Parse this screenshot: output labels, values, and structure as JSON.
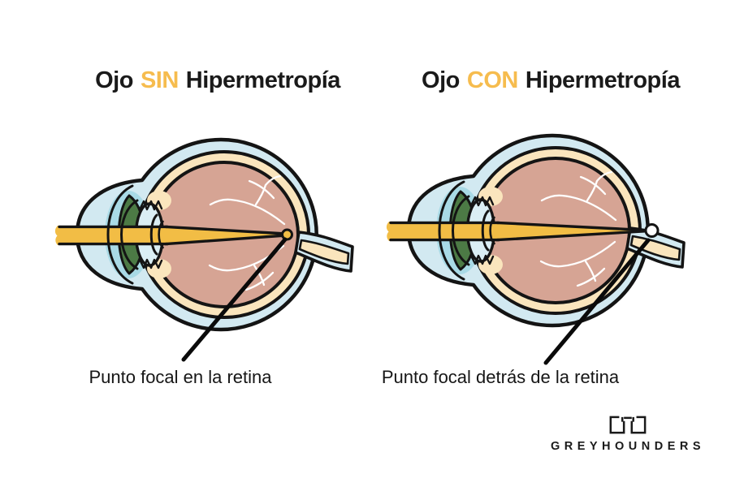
{
  "titles": {
    "left": {
      "pre": "Ojo",
      "accent": "SIN",
      "post": "Hipermetropía"
    },
    "right": {
      "pre": "Ojo",
      "accent": "CON",
      "post": "Hipermetropía"
    }
  },
  "captions": {
    "left": "Punto focal en la retina",
    "right": "Punto focal detrás de la retina"
  },
  "brand": {
    "name": "GREYHOUNDERS",
    "icon": "square-glasses-icon"
  },
  "diagram": {
    "left_eye": "eye-without-hyperopia",
    "right_eye": "eye-with-hyperopia"
  },
  "colors": {
    "title_text": "#1a1a1a",
    "accent_orange": "#f6bc4e",
    "beam_yellow": "#f2bd45",
    "sclera_blue": "#d2e9f1",
    "cornea_blue": "#a9dae6",
    "lens_blue": "#daeef4",
    "cream": "#fae5bd",
    "retina_pink": "#d6a494",
    "iris_green": "#4c7a45",
    "outline_black": "#141414",
    "vessel_white": "#ffffff"
  }
}
